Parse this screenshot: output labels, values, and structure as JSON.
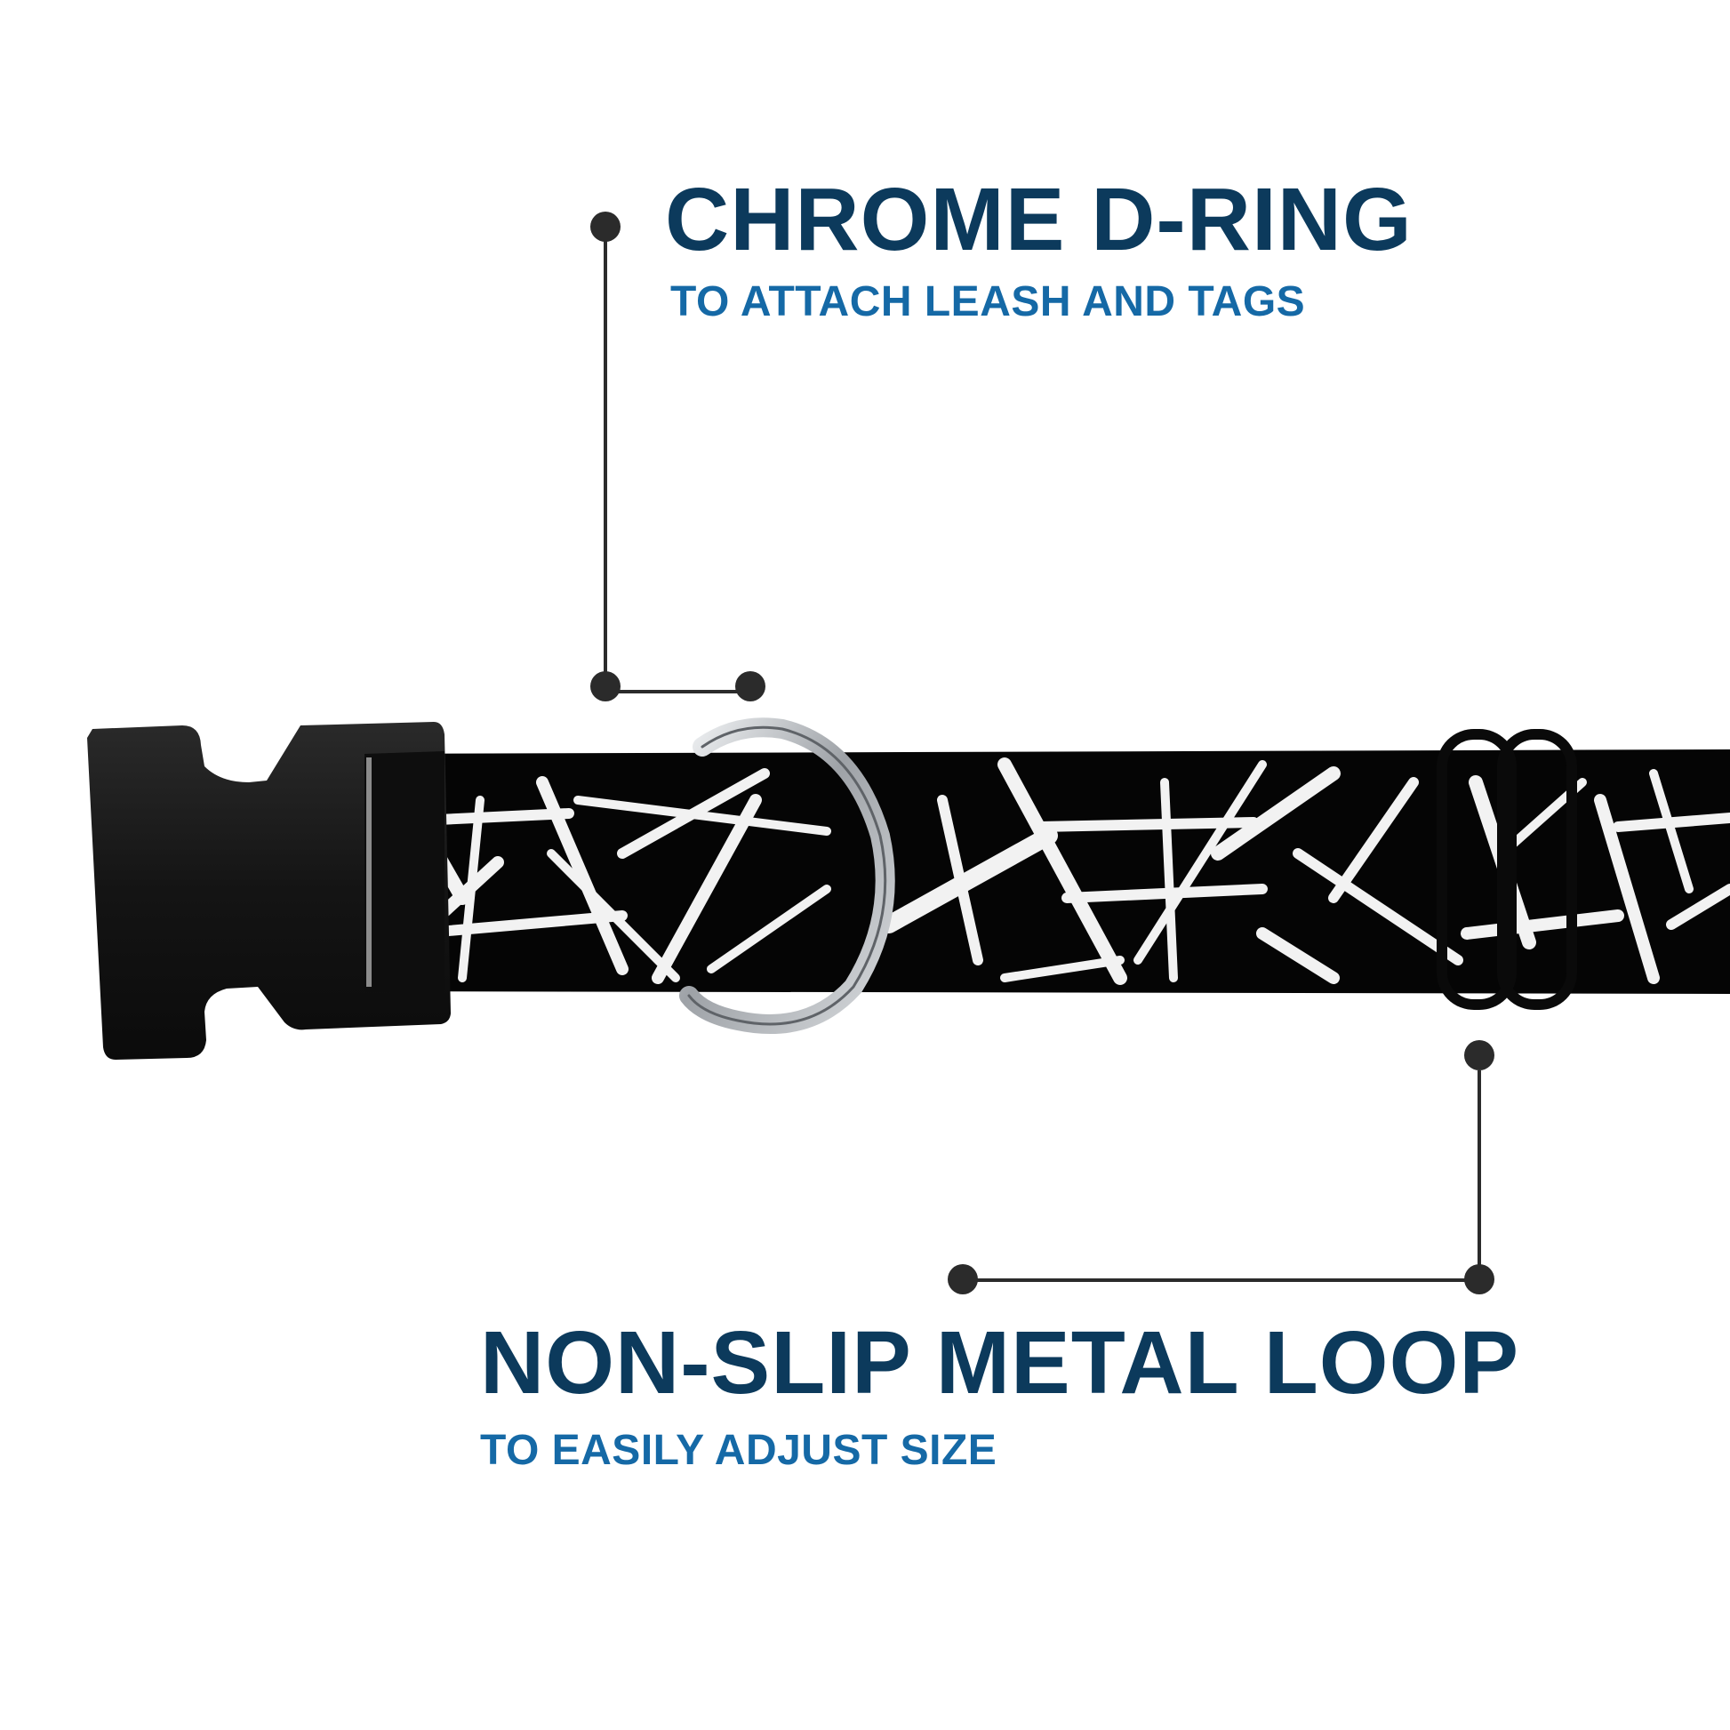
{
  "callouts": {
    "d_ring": {
      "title": "CHROME D-RING",
      "subtitle": "TO ATTACH LEASH AND TAGS"
    },
    "loop": {
      "title": "NON-SLIP METAL LOOP",
      "subtitle": "TO EASILY ADJUST SIZE"
    }
  },
  "colors": {
    "title": "#0c3a5c",
    "subtitle": "#1569a6",
    "leader": "#2b2b2b",
    "webbing": "#050505",
    "pattern": "#f2f2f2",
    "buckle": "#161616",
    "ring": "#b9bcc0"
  }
}
